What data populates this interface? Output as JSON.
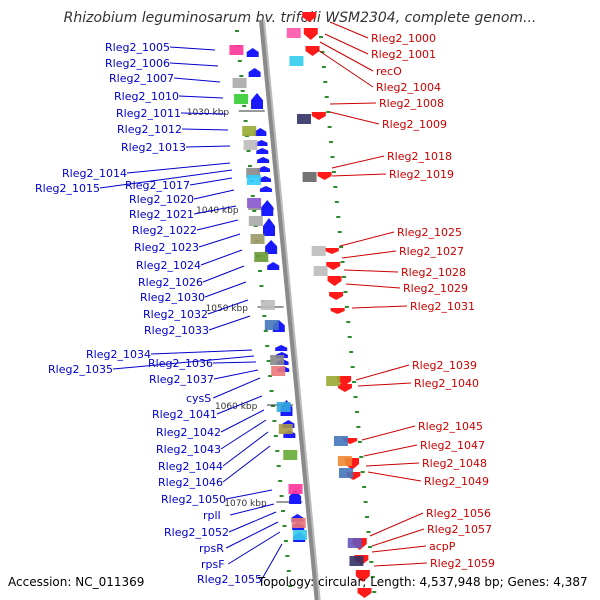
{
  "title": "Rhizobium leguminosarum bv. trifolii WSM2304, complete genom...",
  "accession": "Accession: NC_011369",
  "topology": "Topology: circular; Length: 4,537,948 bp; Genes: 4,387",
  "scale_markers": [
    "1030 kbp",
    "1040 kbp",
    "1050 kbp",
    "1060 kbp",
    "1070 kbp"
  ],
  "left_labels": [
    "Rleg2_1005",
    "Rleg2_1006",
    "Rleg2_1007",
    "Rleg2_1010",
    "Rleg2_1011",
    "Rleg2_1012",
    "Rleg2_1013",
    "Rleg2_1014",
    "Rleg2_1015",
    "Rleg2_1017",
    "Rleg2_1020",
    "Rleg2_1021",
    "Rleg2_1022",
    "Rleg2_1023",
    "Rleg2_1024",
    "Rleg2_1026",
    "Rleg2_1030",
    "Rleg2_1032",
    "Rleg2_1033",
    "Rleg2_1034",
    "Rleg2_1035",
    "Rleg2_1036",
    "Rleg2_1037",
    "cysS",
    "Rleg2_1041",
    "Rleg2_1042",
    "Rleg2_1043",
    "Rleg2_1044",
    "Rleg2_1046",
    "Rleg2_1050",
    "rplI",
    "Rleg2_1052",
    "rpsR",
    "rpsF",
    "Rleg2_1055"
  ],
  "right_labels": [
    "Rleg2_1000",
    "Rleg2_1001",
    "recO",
    "Rleg2_1004",
    "Rleg2_1008",
    "Rleg2_1009",
    "Rleg2_1018",
    "Rleg2_1019",
    "Rleg2_1025",
    "Rleg2_1027",
    "Rleg2_1028",
    "Rleg2_1029",
    "Rleg2_1031",
    "Rleg2_1039",
    "Rleg2_1040",
    "Rleg2_1045",
    "Rleg2_1047",
    "Rleg2_1048",
    "Rleg2_1049",
    "Rleg2_1056",
    "Rleg2_1057",
    "acpP",
    "Rleg2_1059"
  ],
  "colors": {
    "left_label": "#0000cc",
    "right_label": "#cc0000",
    "forward_arrow": "#1a1aff",
    "reverse_arrow": "#ff1a1a",
    "backbone": "#8a8a8a",
    "tick": "#2e8b2e"
  }
}
